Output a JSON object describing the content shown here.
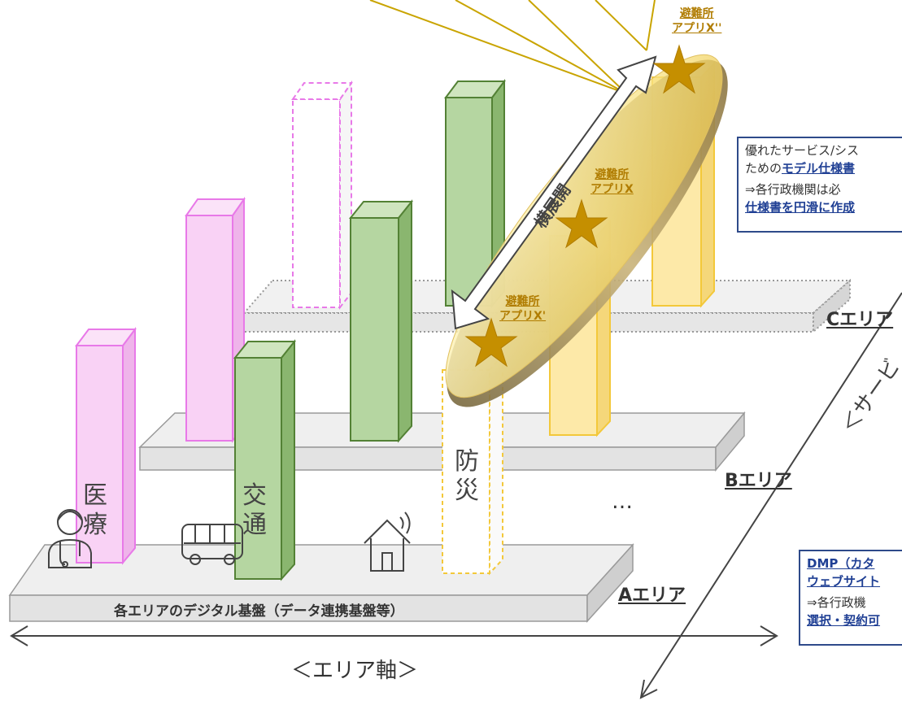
{
  "categories": {
    "medical": "医療",
    "transport": "交通",
    "disaster": "防災"
  },
  "areas": {
    "a": "Aエリア",
    "b": "Bエリア",
    "c": "Cエリア"
  },
  "platform_label": "各エリアのデジタル基盤（データ連携基盤等）",
  "deployment_label": "横展開",
  "apps": {
    "base": [
      "避難所",
      "アプリX'"
    ],
    "mid": [
      "避難所",
      "アプリX"
    ],
    "top": [
      "避難所",
      "アプリX''"
    ]
  },
  "ellipsis": "…",
  "axes": {
    "area_axis": "＜エリア軸＞",
    "service_axis_fragment": "＜サービ"
  },
  "box_top": {
    "l1_text": "優れたサービス/シス",
    "l2_text": "ための",
    "l2_em": "モデル仕様書",
    "l3_text": "⇒各行政機関は必",
    "l4_em": "仕様書を円滑に作成"
  },
  "box_bottom": {
    "l1_em": "DMP（カタ",
    "l2_em": "ウェブサイト",
    "l3_text": "⇒各行政機",
    "l4_em": "選択・契約可"
  },
  "colors": {
    "pink_fill": "#f9d2f5",
    "pink_stroke": "#e879e8",
    "green_fill": "#b5d6a1",
    "green_stroke": "#538135",
    "gold_fill": "#fde9a8",
    "gold_stroke": "#f3c83a",
    "star": "#c58f00",
    "box_border": "#2e4a8a"
  },
  "icons": [
    "doctor-icon",
    "bus-icon",
    "house-wifi-icon",
    "star-icon"
  ]
}
